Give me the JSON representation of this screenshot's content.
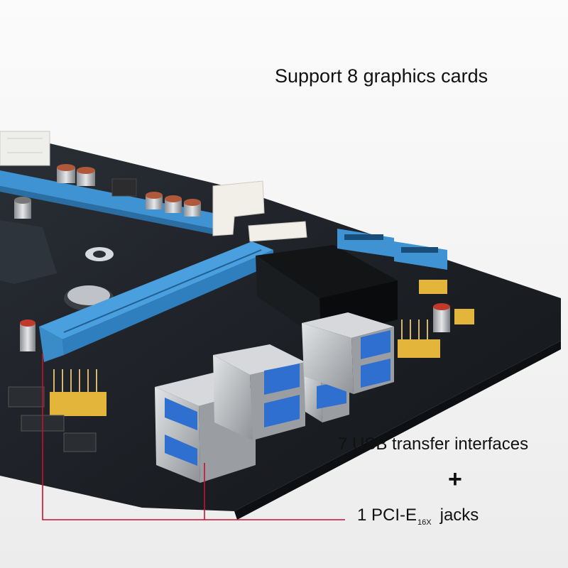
{
  "captions": {
    "headline": "Support 8 graphics cards",
    "usb": "7 USB transfer interfaces",
    "plus": "+",
    "pcie_main": "1 PCI-E",
    "pcie_subscript": "16X",
    "pcie_suffix": "jacks"
  },
  "colors": {
    "pcb": "#1d2127",
    "slot_blue": "#3f93d2",
    "usb_blue": "#2f6fd0",
    "metal": "#b9bcc0",
    "header_pins": "#e3b53a",
    "callout_line": "#c8102e"
  }
}
